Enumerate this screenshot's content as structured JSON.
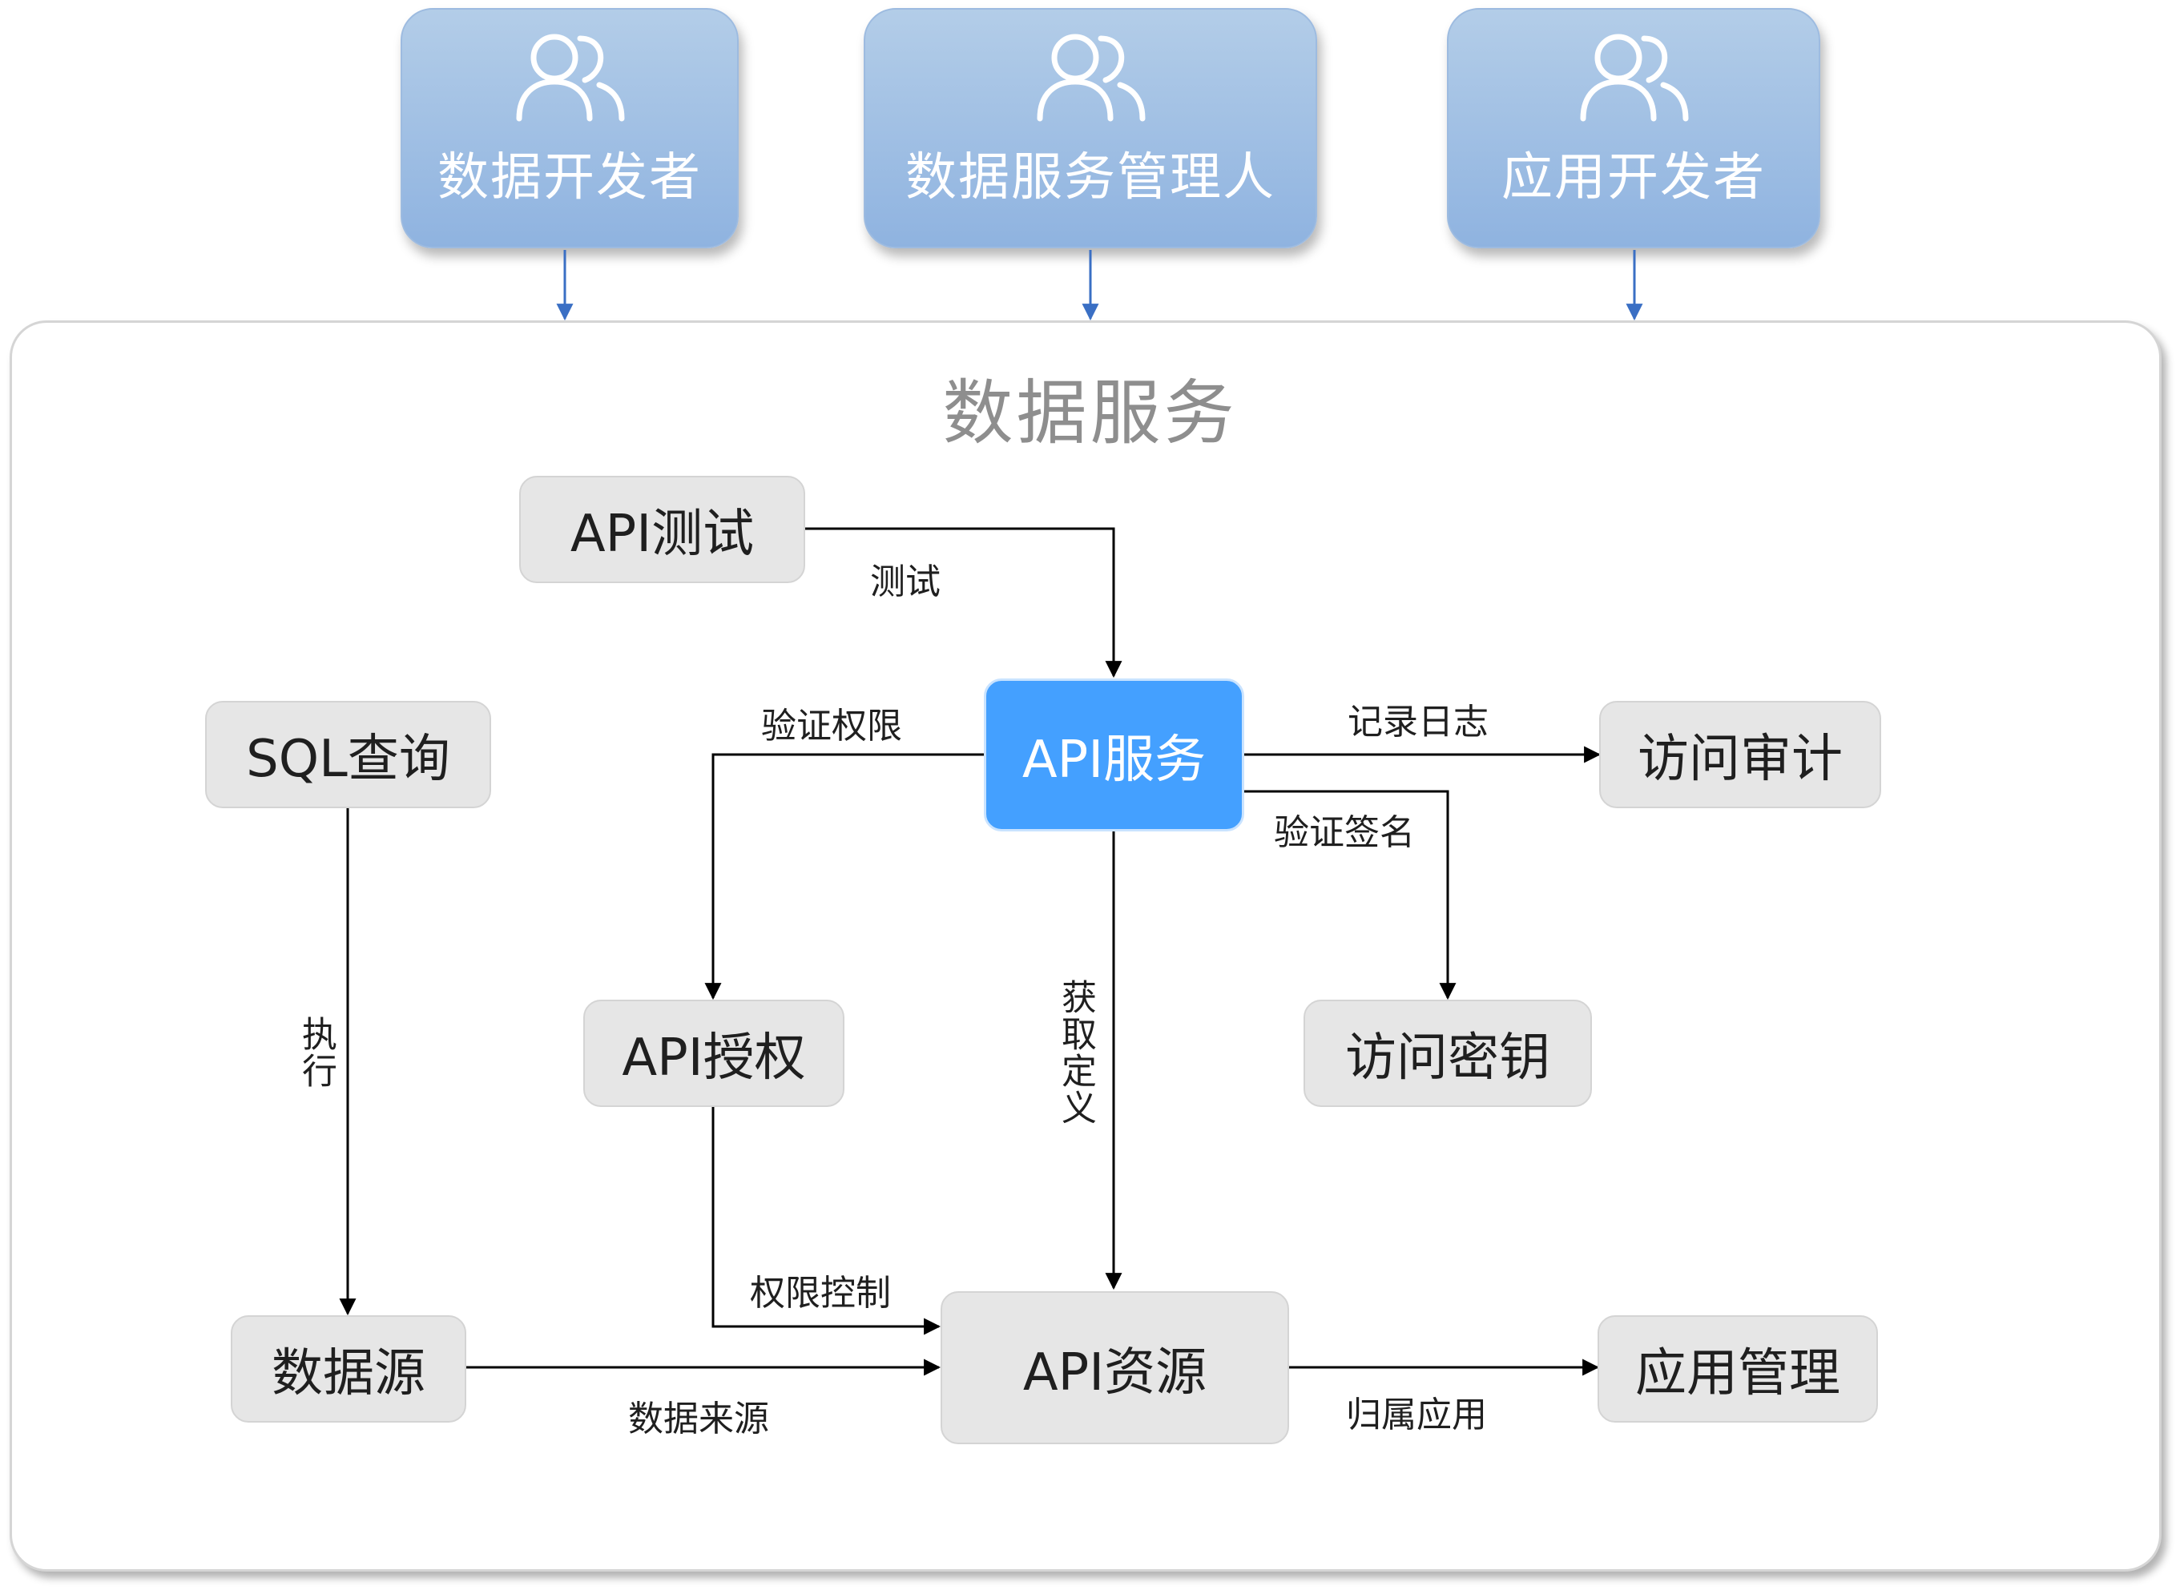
{
  "actors": [
    {
      "label": "数据开发者",
      "icon": "users-icon"
    },
    {
      "label": "数据服务管理人",
      "icon": "users-icon"
    },
    {
      "label": "应用开发者",
      "icon": "users-icon"
    }
  ],
  "container": {
    "title": "数据服务"
  },
  "nodes": {
    "api_test": "API测试",
    "sql_query": "SQL查询",
    "api_service": "API服务",
    "access_audit": "访问审计",
    "api_auth": "API授权",
    "access_key": "访问密钥",
    "data_source": "数据源",
    "api_resource": "API资源",
    "app_management": "应用管理"
  },
  "edge_labels": {
    "test": "测试",
    "verify_permission": "验证权限",
    "record_log": "记录日志",
    "verify_signature": "验证签名",
    "execute": "执行",
    "get_definition": "获取定义",
    "permission_control": "权限控制",
    "data_origin": "数据来源",
    "belongs_to_app": "归属应用"
  },
  "colors": {
    "actor_fill": "#a4c2e6",
    "main_node": "#44a0ff",
    "node_fill": "#e6e6e6",
    "actor_arrow": "#3a6fc4",
    "edge": "#000000"
  }
}
